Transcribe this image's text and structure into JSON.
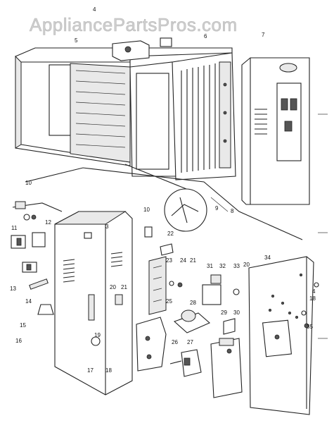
{
  "watermark": "AppliancePartsPros.com",
  "callouts": [
    "4",
    "5",
    "6",
    "7",
    "8",
    "9",
    "10",
    "10",
    "11",
    "12",
    "13",
    "14",
    "15",
    "16",
    "17",
    "18",
    "18",
    "19",
    "20",
    "20",
    "21",
    "21",
    "22",
    "23",
    "24",
    "25",
    "26",
    "27",
    "28",
    "29",
    "30",
    "31",
    "32",
    "33",
    "34",
    "35",
    "3",
    "4"
  ],
  "colors": {
    "line": "#222222",
    "background": "#ffffff",
    "watermark": "#cfcfcf"
  }
}
